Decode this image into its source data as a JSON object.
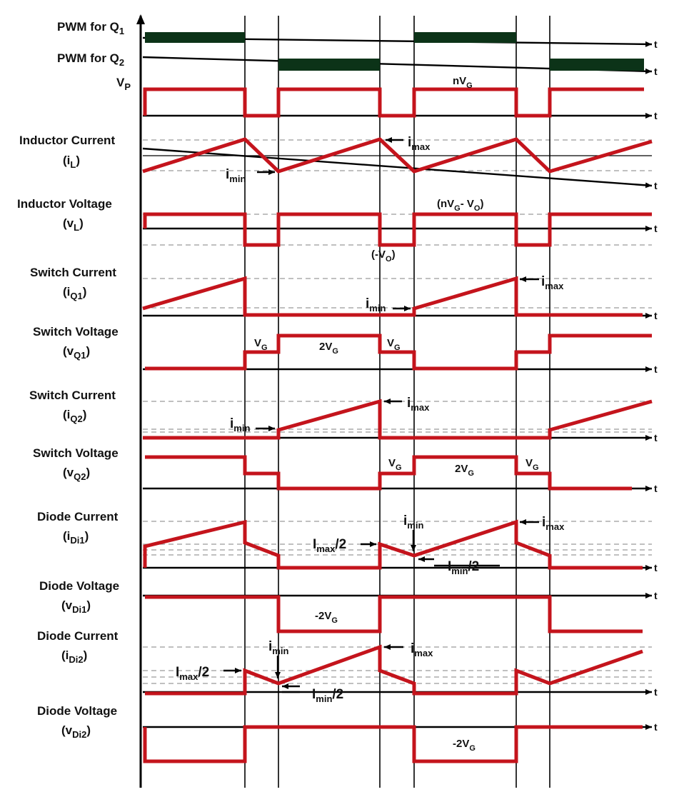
{
  "title": "",
  "colors": {
    "waveform": "#c4141c",
    "pwm_fill": "#0c3318",
    "axis": "#000000",
    "dashed": "#9a9a9a"
  },
  "time_axis_label": "t",
  "rows": [
    {
      "id": "pwm-q1",
      "label": [
        "PWM for Q",
        "1",
        ""
      ]
    },
    {
      "id": "pwm-q2",
      "label": [
        "PWM for Q",
        "2",
        ""
      ]
    },
    {
      "id": "vp",
      "label": [
        "V",
        "P",
        ""
      ]
    },
    {
      "id": "il",
      "label": [
        "Inductor Current"
      ],
      "sublabel": [
        "(i",
        "L",
        ")"
      ]
    },
    {
      "id": "vl",
      "label": [
        "Inductor Voltage"
      ],
      "sublabel": [
        "(v",
        "L",
        ")"
      ]
    },
    {
      "id": "iq1",
      "label": [
        "Switch Current"
      ],
      "sublabel": [
        "(i",
        "Q1",
        ")"
      ]
    },
    {
      "id": "vq1",
      "label": [
        "Switch Voltage"
      ],
      "sublabel": [
        "(v",
        "Q1",
        ")"
      ]
    },
    {
      "id": "iq2",
      "label": [
        "Switch Current"
      ],
      "sublabel": [
        "(i",
        "Q2",
        ")"
      ]
    },
    {
      "id": "vq2",
      "label": [
        "Switch Voltage"
      ],
      "sublabel": [
        "(v",
        "Q2",
        ")"
      ]
    },
    {
      "id": "idi1",
      "label": [
        "Diode Current"
      ],
      "sublabel": [
        "(i",
        "Di1",
        ")"
      ]
    },
    {
      "id": "vdi1",
      "label": [
        "Diode Voltage"
      ],
      "sublabel": [
        "(v",
        "Di1",
        ")"
      ]
    },
    {
      "id": "idi2",
      "label": [
        "Diode Current"
      ],
      "sublabel": [
        "(i",
        "Di2",
        ")"
      ]
    },
    {
      "id": "vdi2",
      "label": [
        "Diode Voltage"
      ],
      "sublabel": [
        "(v",
        "Di2",
        ")"
      ]
    }
  ],
  "annotations": {
    "vp_level": [
      "nV",
      "G",
      ""
    ],
    "il_max": [
      "i",
      "max",
      ""
    ],
    "il_min": [
      "i",
      "min",
      ""
    ],
    "vl_high": [
      "(nV",
      "G",
      "- V",
      "O",
      ")"
    ],
    "vl_low": [
      "(-V",
      "O",
      ")"
    ],
    "iq1_min": [
      "i",
      "min",
      ""
    ],
    "iq1_max": [
      "i",
      "max",
      ""
    ],
    "vq1_vg_a": [
      "V",
      "G",
      ""
    ],
    "vq1_2vg": [
      "2V",
      "G",
      ""
    ],
    "vq1_vg_b": [
      "V",
      "G",
      ""
    ],
    "iq2_min": [
      "i",
      "min",
      ""
    ],
    "iq2_max": [
      "i",
      "max",
      ""
    ],
    "vq2_vg_a": [
      "V",
      "G",
      ""
    ],
    "vq2_2vg": [
      "2V",
      "G",
      ""
    ],
    "vq2_vg_b": [
      "V",
      "G",
      ""
    ],
    "idi1_imax_half": [
      "I",
      "max",
      "/2"
    ],
    "idi1_imin": [
      "i",
      "min",
      ""
    ],
    "idi1_imax": [
      "i",
      "max",
      ""
    ],
    "idi1_imin_half": [
      "I",
      "min",
      "/2"
    ],
    "vdi1_level": [
      "-2V",
      "G",
      ""
    ],
    "idi2_imax_half": [
      "I",
      "max",
      "/2"
    ],
    "idi2_imin": [
      "i",
      "min",
      ""
    ],
    "idi2_imax": [
      "i",
      "max",
      ""
    ],
    "idi2_imin_half": [
      "I",
      "min",
      "/2"
    ],
    "vdi2_level": [
      "-2V",
      "G",
      ""
    ]
  }
}
